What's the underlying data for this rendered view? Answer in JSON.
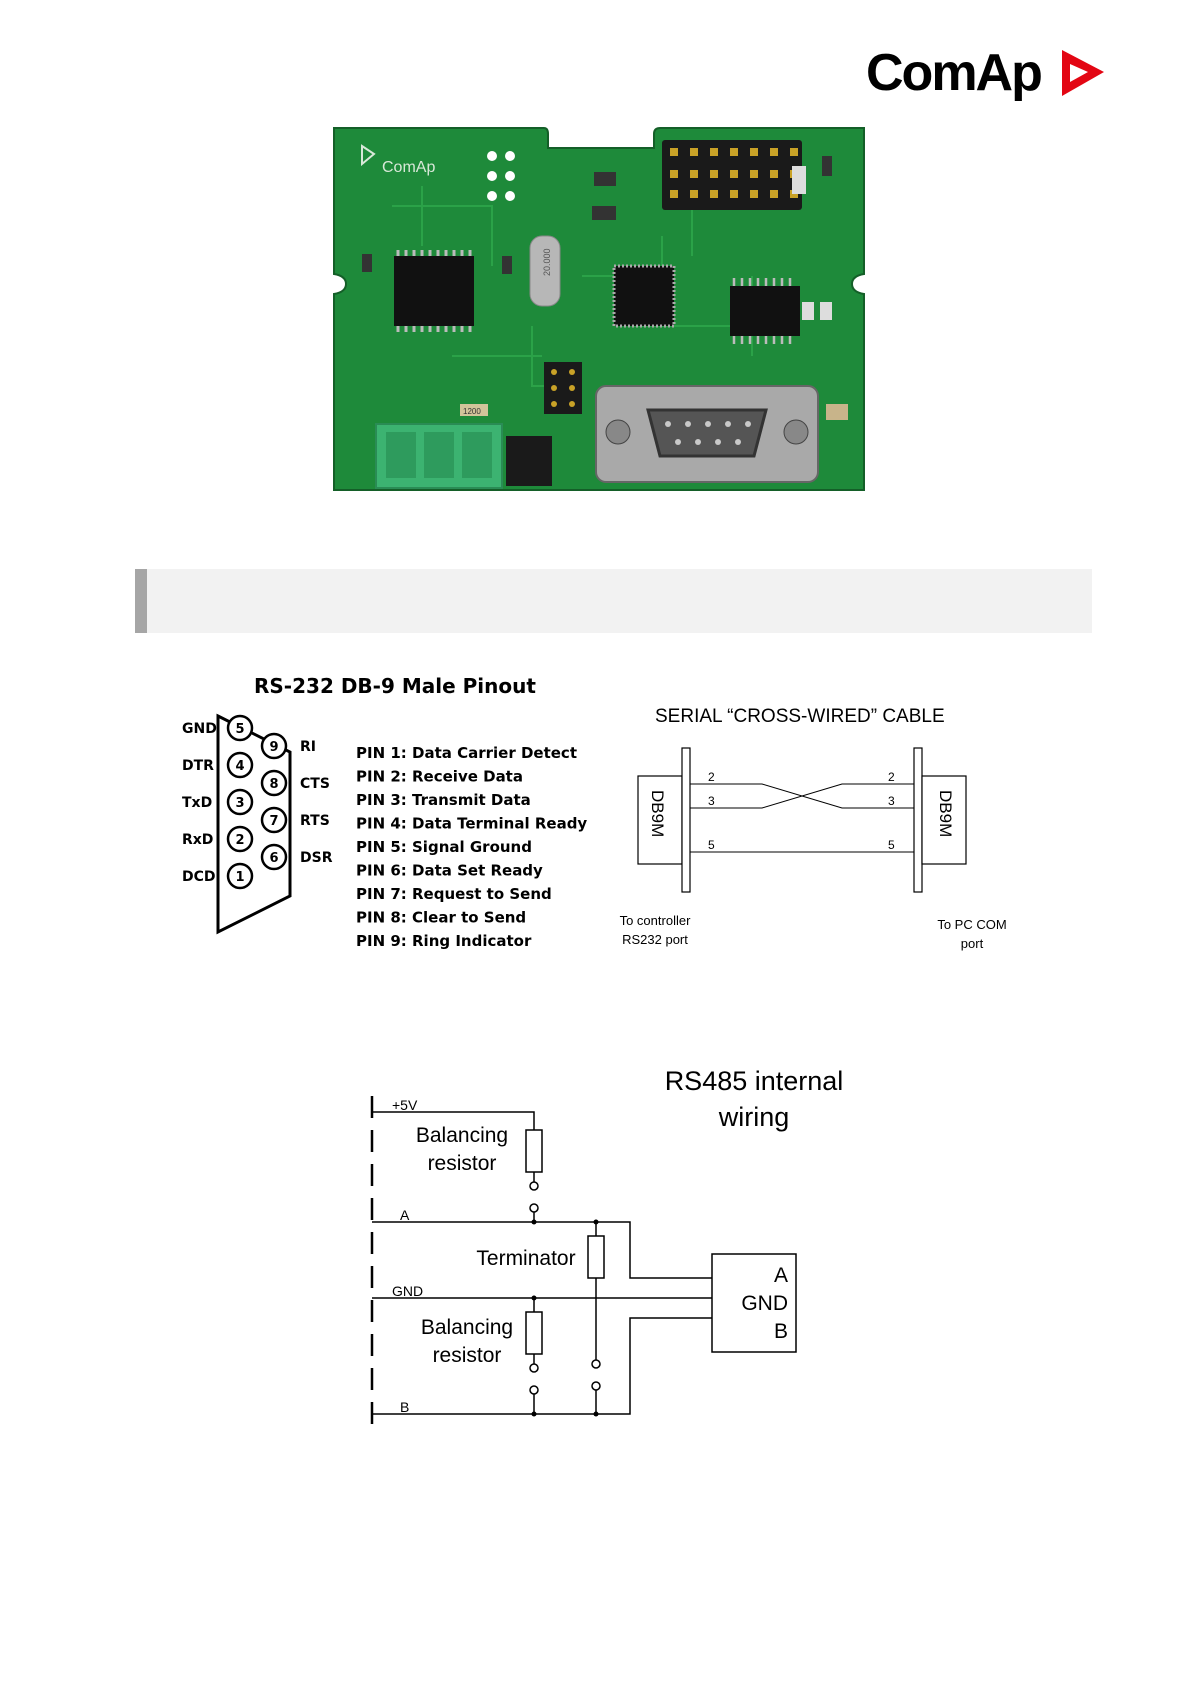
{
  "logo": {
    "text": "ComAp"
  },
  "board": {
    "silkscreen": "ComAp",
    "crystal_marking": "20.000",
    "resistor_marking": "1200"
  },
  "section": {
    "title": ""
  },
  "pinout": {
    "title": "RS-232 DB-9 Male Pinout",
    "left_pins": [
      {
        "label": "GND",
        "num": "5"
      },
      {
        "label": "DTR",
        "num": "4"
      },
      {
        "label": "TxD",
        "num": "3"
      },
      {
        "label": "RxD",
        "num": "2"
      },
      {
        "label": "DCD",
        "num": "1"
      }
    ],
    "right_pins": [
      {
        "label": "RI",
        "num": "9"
      },
      {
        "label": "CTS",
        "num": "8"
      },
      {
        "label": "RTS",
        "num": "7"
      },
      {
        "label": "DSR",
        "num": "6"
      }
    ],
    "list": [
      "PIN 1: Data Carrier Detect",
      "PIN 2: Receive Data",
      "PIN 3: Transmit Data",
      "PIN 4: Data Terminal Ready",
      "PIN 5: Signal Ground",
      "PIN 6: Data Set Ready",
      "PIN 7: Request to Send",
      "PIN 8: Clear to Send",
      "PIN 9: Ring Indicator"
    ]
  },
  "cable": {
    "title": "SERIAL “CROSS-WIRED” CABLE",
    "left_connector": "DB9M",
    "right_connector": "DB9M",
    "left_pins": [
      "2",
      "3",
      "5"
    ],
    "right_pins": [
      "2",
      "3",
      "5"
    ],
    "left_caption_1": "To controller",
    "left_caption_2": "RS232 port",
    "right_caption_1": "To PC COM",
    "right_caption_2": "port"
  },
  "rs485": {
    "title_1": "RS485 internal",
    "title_2": "wiring",
    "vplus": "+5V",
    "balancing_1a": "Balancing",
    "balancing_1b": "resistor",
    "line_a": "A",
    "terminator": "Terminator",
    "line_gnd": "GND",
    "balancing_2a": "Balancing",
    "balancing_2b": "resistor",
    "line_b": "B",
    "box_a": "A",
    "box_gnd": "GND",
    "box_b": "B"
  },
  "colors": {
    "pcb": "#1e8a3a",
    "logo_red": "#e30613",
    "section_bar": "#f2f2f2",
    "section_accent": "#a6a6a6",
    "terminal_block": "#3cb371"
  }
}
